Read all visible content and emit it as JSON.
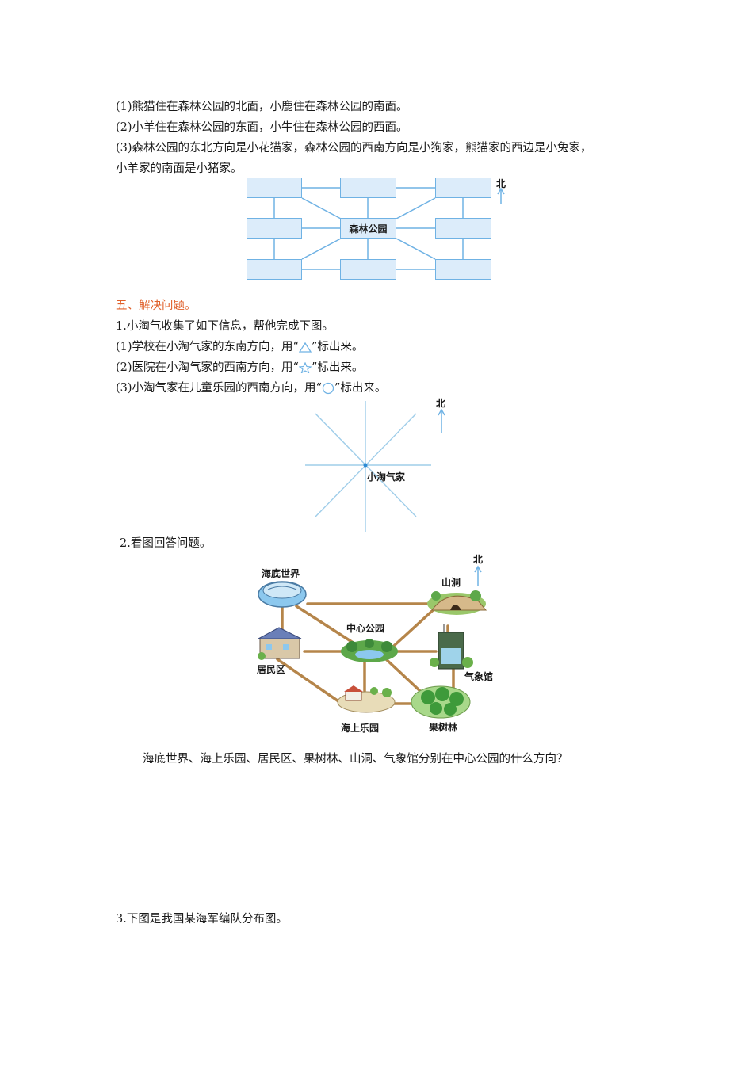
{
  "section4": {
    "lines": [
      "(1)熊猫住在森林公园的北面，小鹿住在森林公园的南面。",
      "(2)小羊住在森林公园的东面，小牛住在森林公园的西面。",
      "(3)森林公园的东北方向是小花猫家，森林公园的西南方向是小狗家，熊猫家的西边是小兔家，",
      "小羊家的南面是小猪家。"
    ],
    "diagram": {
      "center_label": "森林公园",
      "north_label": "北"
    }
  },
  "section5": {
    "heading": "五、解决问题。",
    "q1": {
      "intro": "1.小淘气收集了如下信息，帮他完成下图。",
      "item1_pre": "(1)学校在小淘气家的东南方向，用“",
      "item1_post": "”标出来。",
      "item2_pre": "(2)医院在小淘气家的西南方向，用“",
      "item2_post": "”标出来。",
      "item3_pre": "(3)小淘气家在儿童乐园的西南方向，用“",
      "item3_post": "”标出来。",
      "center_label": "小淘气家",
      "north_label": "北"
    },
    "q2": {
      "intro": "2.看图回答问题。",
      "map": {
        "north_label": "北",
        "places": {
          "aquarium": "海底世界",
          "cave": "山洞",
          "park": "中心公园",
          "residential": "居民区",
          "weather": "气象馆",
          "sea_park": "海上乐园",
          "orchard": "果树林"
        }
      },
      "question": "海底世界、海上乐园、居民区、果树林、山洞、气象馆分别在中心公园的什么方向？"
    },
    "q3": {
      "intro": "3.下图是我国某海军编队分布图。"
    }
  },
  "colors": {
    "box_fill": "#dcecfa",
    "box_border": "#6fb2e4",
    "heading": "#e0602a",
    "road": "#b5854a"
  }
}
